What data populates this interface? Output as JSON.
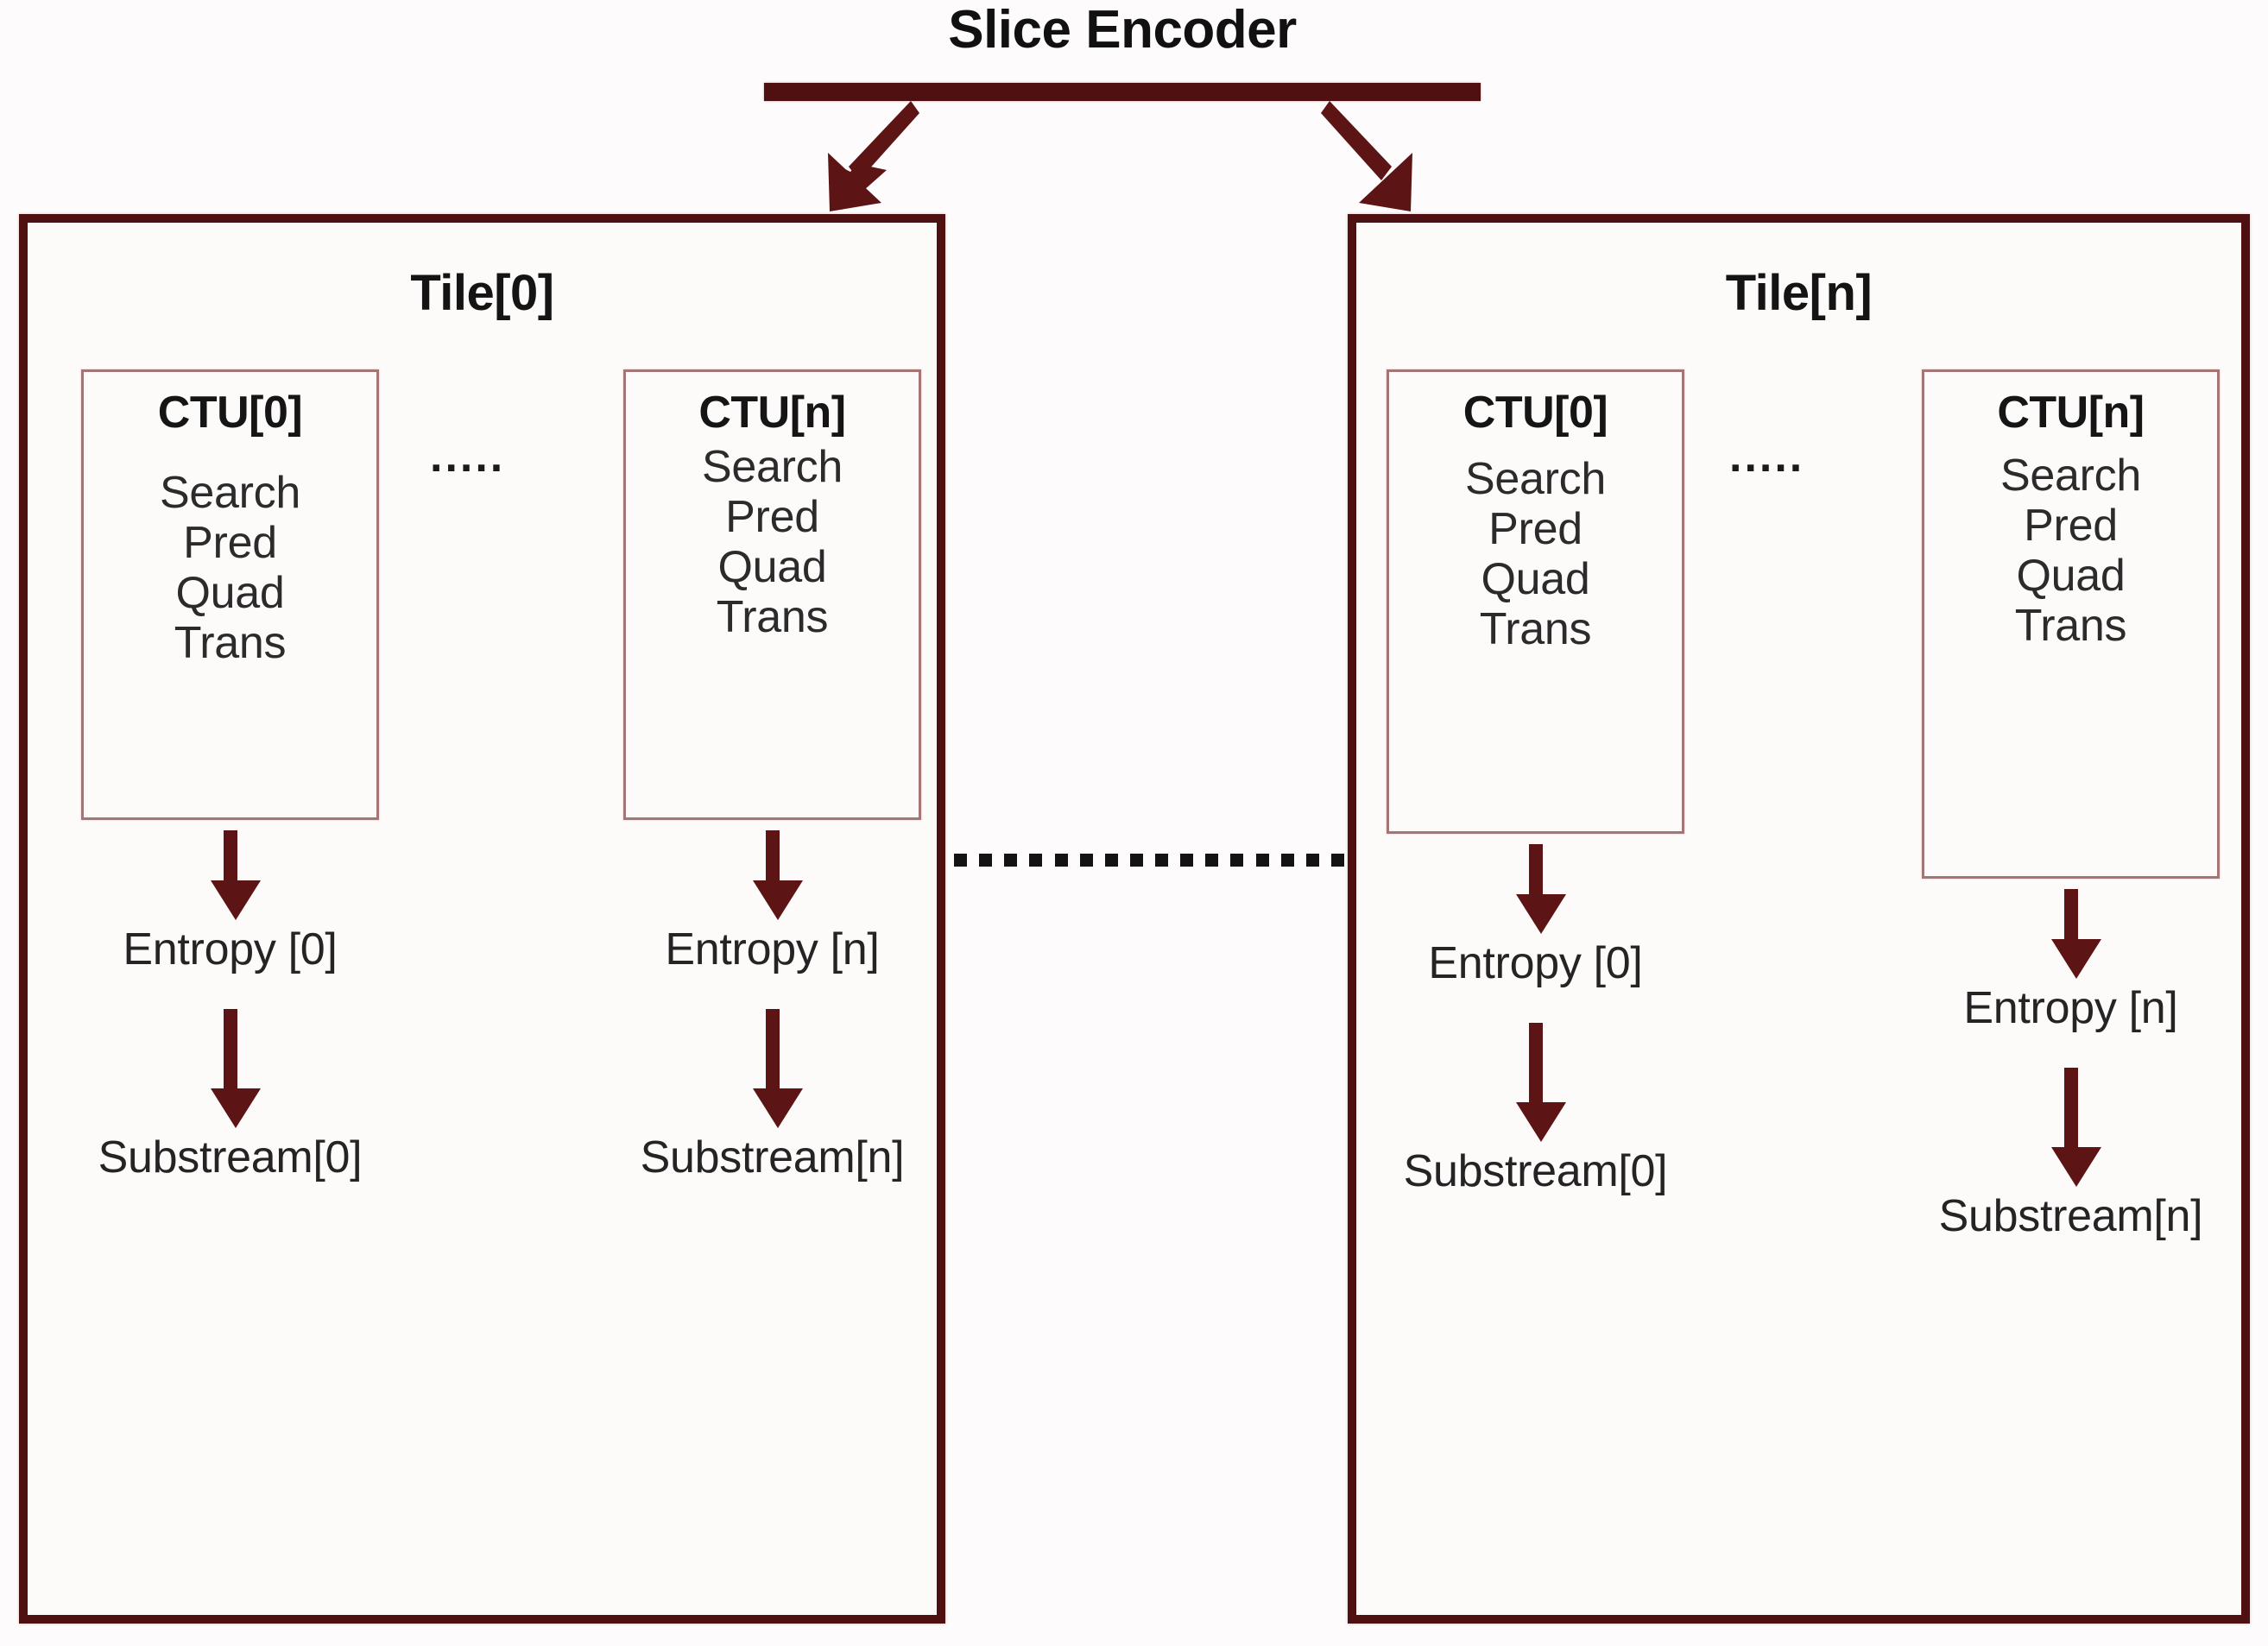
{
  "diagram": {
    "header": {
      "title": "Slice Encoder",
      "bar_color": "#4e1010"
    },
    "branch_arrows": {
      "left_icon": "arrow-down-left-icon",
      "right_icon": "arrow-down-right-icon"
    },
    "connector": {
      "icon": "dotted-horizontal-connector-icon",
      "dot_count": 16
    },
    "tiles": [
      {
        "label": "Tile[0]",
        "ellipsis": ".....",
        "columns": [
          {
            "ctu_title": "CTU[0]",
            "stages": [
              "Search",
              "Pred",
              "Quad",
              "Trans"
            ],
            "arrow_1_icon": "arrow-down-icon",
            "entropy_label": "Entropy [0]",
            "arrow_2_icon": "arrow-down-icon",
            "substream_label": "Substream[0]"
          },
          {
            "ctu_title": "CTU[n]",
            "stages": [
              "Search",
              "Pred",
              "Quad",
              "Trans"
            ],
            "arrow_1_icon": "arrow-down-icon",
            "entropy_label": "Entropy [n]",
            "arrow_2_icon": "arrow-down-icon",
            "substream_label": "Substream[n]"
          }
        ]
      },
      {
        "label": "Tile[n]",
        "ellipsis": ".....",
        "columns": [
          {
            "ctu_title": "CTU[0]",
            "stages": [
              "Search",
              "Pred",
              "Quad",
              "Trans"
            ],
            "arrow_1_icon": "arrow-down-icon",
            "entropy_label": "Entropy [0]",
            "arrow_2_icon": "arrow-down-icon",
            "substream_label": "Substream[0]"
          },
          {
            "ctu_title": "CTU[n]",
            "stages": [
              "Search",
              "Pred",
              "Quad",
              "Trans"
            ],
            "arrow_1_icon": "arrow-down-icon",
            "entropy_label": "Entropy [n]",
            "arrow_2_icon": "arrow-down-icon",
            "substream_label": "Substream[n]"
          }
        ]
      }
    ],
    "colors": {
      "tile_border": "#4e1010",
      "ctu_border": "#a37575",
      "arrow": "#5c1414",
      "text": "#151515",
      "background": "#fdfbfb"
    }
  }
}
